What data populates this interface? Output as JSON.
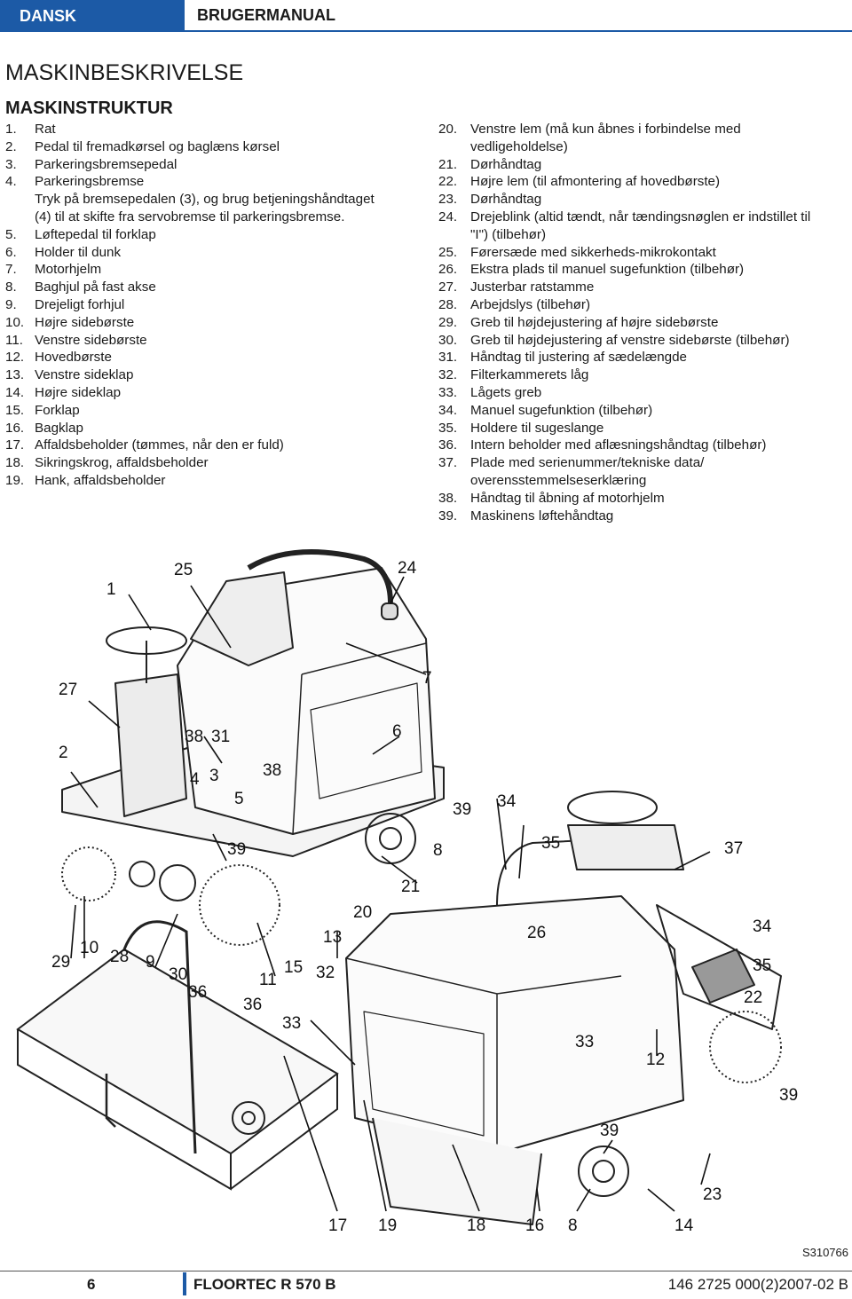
{
  "header": {
    "language": "DANSK",
    "doc_type": "BRUGERMANUAL"
  },
  "title": "MASKINBESKRIVELSE",
  "subtitle": "MASKINSTRUKTUR",
  "left_items": [
    {
      "num": "1.",
      "text": "Rat"
    },
    {
      "num": "2.",
      "text": "Pedal til fremadkørsel og baglæns kørsel"
    },
    {
      "num": "3.",
      "text": "Parkeringsbremsepedal"
    },
    {
      "num": "4.",
      "text": "Parkeringsbremse"
    },
    {
      "num": "",
      "text": "Tryk på bremsepedalen (3), og brug betjeningshåndtaget"
    },
    {
      "num": "",
      "text": "(4) til at skifte fra servobremse til parkeringsbremse."
    },
    {
      "num": "5.",
      "text": "Løftepedal til forklap"
    },
    {
      "num": "6.",
      "text": "Holder til dunk"
    },
    {
      "num": "7.",
      "text": "Motorhjelm"
    },
    {
      "num": "8.",
      "text": "Baghjul på fast akse"
    },
    {
      "num": "9.",
      "text": "Drejeligt forhjul"
    },
    {
      "num": "10.",
      "text": "Højre sidebørste"
    },
    {
      "num": "11.",
      "text": "Venstre sidebørste"
    },
    {
      "num": "12.",
      "text": "Hovedbørste"
    },
    {
      "num": "13.",
      "text": "Venstre sideklap"
    },
    {
      "num": "14.",
      "text": "Højre sideklap"
    },
    {
      "num": "15.",
      "text": "Forklap"
    },
    {
      "num": "16.",
      "text": "Bagklap"
    },
    {
      "num": "17.",
      "text": "Affaldsbeholder (tømmes, når den er fuld)"
    },
    {
      "num": "18.",
      "text": "Sikringskrog, affaldsbeholder"
    },
    {
      "num": "19.",
      "text": "Hank, affaldsbeholder"
    }
  ],
  "right_items": [
    {
      "num": "20.",
      "text": "Venstre lem (må kun åbnes i forbindelse med"
    },
    {
      "num": "",
      "text": "vedligeholdelse)"
    },
    {
      "num": "21.",
      "text": "Dørhåndtag"
    },
    {
      "num": "22.",
      "text": "Højre lem (til afmontering af hovedbørste)"
    },
    {
      "num": "23.",
      "text": "Dørhåndtag"
    },
    {
      "num": "24.",
      "text": "Drejeblink (altid tændt, når tændingsnøglen er indstillet til"
    },
    {
      "num": "",
      "text": "\"I\") (tilbehør)"
    },
    {
      "num": "25.",
      "text": "Førersæde med sikkerheds-mikrokontakt"
    },
    {
      "num": "26.",
      "text": "Ekstra plads til manuel sugefunktion (tilbehør)"
    },
    {
      "num": "27.",
      "text": "Justerbar ratstamme"
    },
    {
      "num": "28.",
      "text": "Arbejdslys (tilbehør)"
    },
    {
      "num": "29.",
      "text": "Greb til højdejustering af højre sidebørste"
    },
    {
      "num": "30.",
      "text": "Greb til højdejustering af venstre sidebørste (tilbehør)"
    },
    {
      "num": "31.",
      "text": "Håndtag til justering af sædelængde"
    },
    {
      "num": "32.",
      "text": "Filterkammerets låg"
    },
    {
      "num": "33.",
      "text": "Lågets greb"
    },
    {
      "num": "34.",
      "text": "Manuel sugefunktion (tilbehør)"
    },
    {
      "num": "35.",
      "text": "Holdere til sugeslange"
    },
    {
      "num": "36.",
      "text": "Intern beholder med aflæsningshåndtag (tilbehør)"
    },
    {
      "num": "37.",
      "text": "Plade med serienummer/tekniske data/"
    },
    {
      "num": "",
      "text": "overensstemmelseserklæring"
    },
    {
      "num": "38.",
      "text": "Håndtag til åbning af motorhjelm"
    },
    {
      "num": "39.",
      "text": "Maskinens løftehåndtag"
    }
  ],
  "callouts": [
    "1",
    "25",
    "24",
    "27",
    "7",
    "2",
    "38",
    "31",
    "6",
    "4",
    "3",
    "38",
    "5",
    "39",
    "34",
    "39",
    "8",
    "35",
    "37",
    "21",
    "20",
    "34",
    "10",
    "28",
    "9",
    "29",
    "26",
    "13",
    "30",
    "15",
    "32",
    "36",
    "11",
    "35",
    "36",
    "22",
    "33",
    "33",
    "12",
    "39",
    "39",
    "23",
    "17",
    "19",
    "18",
    "16",
    "8",
    "14"
  ],
  "figure_code": "S310766",
  "footer": {
    "page": "6",
    "model": "FLOORTEC R 570 B",
    "doc_number": "146 2725 000(2)2007-02 B"
  }
}
